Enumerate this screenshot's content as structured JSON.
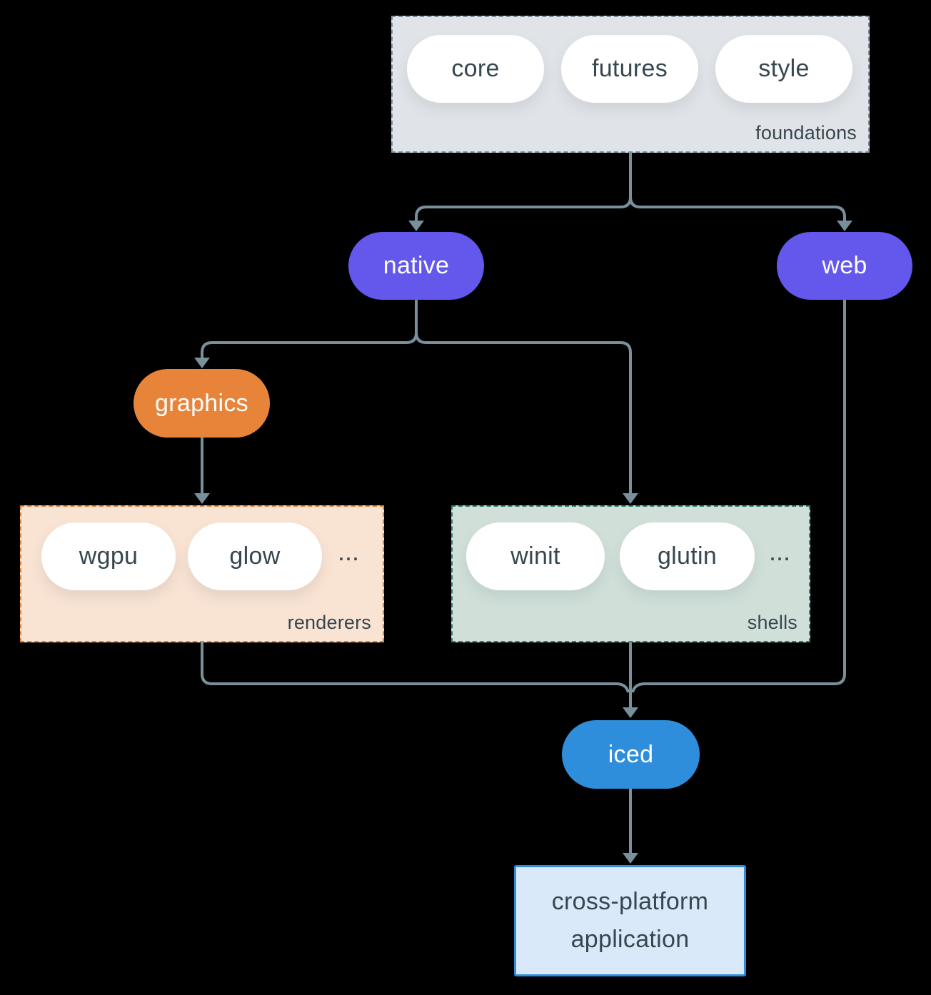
{
  "colors": {
    "background": "#000000",
    "connector": "#78909c",
    "node_purple": "#6357ec",
    "node_orange": "#e8833a",
    "node_blue": "#2e8edb",
    "dark_text": "#37474f",
    "foundations_fill": "#e0e4e8",
    "foundations_border": "#7c8f9e",
    "renderers_fill": "#f9e3d3",
    "renderers_border": "#e8833a",
    "shells_fill": "#d0e0d9",
    "shells_border": "#2f8274",
    "application_fill": "#d9e9f9",
    "application_border": "#2e8edb"
  },
  "groups": {
    "foundations": {
      "label": "foundations",
      "items": [
        "core",
        "futures",
        "style"
      ]
    },
    "renderers": {
      "label": "renderers",
      "items": [
        "wgpu",
        "glow"
      ],
      "ellipsis": "..."
    },
    "shells": {
      "label": "shells",
      "items": [
        "winit",
        "glutin"
      ],
      "ellipsis": "..."
    }
  },
  "nodes": {
    "native": {
      "label": "native"
    },
    "web": {
      "label": "web"
    },
    "graphics": {
      "label": "graphics"
    },
    "iced": {
      "label": "iced"
    },
    "application": {
      "label": "cross-platform application"
    }
  }
}
